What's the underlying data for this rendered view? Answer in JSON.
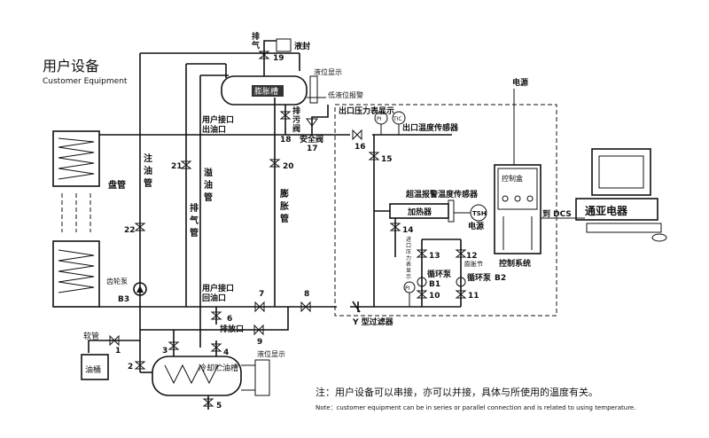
{
  "user_equipment": {
    "title_cn": "用户设备",
    "title_en": "Customer Equipment"
  },
  "labels": {
    "coil": "盘管",
    "oil_injection_pipe": [
      "注",
      "油",
      "管"
    ],
    "vent_pipe": [
      "排",
      "气",
      "管"
    ],
    "overflow_pipe": [
      "溢",
      "油",
      "管"
    ],
    "expansion_pipe": [
      "膨",
      "胀",
      "管"
    ],
    "gear_pump_cn": "齿轮泵",
    "gear_pump_b3": "B3",
    "user_outlet_1": "用户接口",
    "user_outlet_2": "出油口",
    "user_return_1": "用户接口",
    "user_return_2": "回油口",
    "drain_outlet": "排放口",
    "soft_pipe": "软管",
    "oil_drum": "油桶",
    "cooling_tank": "冷却贮油槽",
    "level_display_bottom": "液位显示",
    "level_display_top": "液位显示",
    "low_level_alarm": "低液位报警",
    "expansion_tank": "膨胀槽",
    "exhaust": "排",
    "exhaust2": "气",
    "liquid_seal": "液封",
    "drain_valve": [
      "排",
      "污",
      "阀"
    ],
    "safety_valve": "安全阀",
    "outlet_pressure_display": "出口压力表显示",
    "outlet_temp_sensor": "出口温度传感器",
    "pi": "PI",
    "tic": "TIC",
    "overtemp_sensor": "超温报警温度传感器",
    "heater": "加热器",
    "tsh": "TSH",
    "power_small": "电源",
    "inlet_pressure_display": [
      "进",
      "口",
      "压",
      "力",
      "表",
      "显",
      "示"
    ],
    "expansion_joint": "膨胀节",
    "circ_pump_b1_label": "循环泵",
    "b1": "B1",
    "circ_pump_b2_label": "循环泵",
    "b2": "B2",
    "y_filter": "Y 型过滤器",
    "power_top": "电源",
    "control_box": "控制盒",
    "control_system": "控制系统",
    "to_dcs": "到 DCS",
    "computer_screen_text": "通亚电器",
    "valve_numbers": {
      "v1": "1",
      "v2": "2",
      "v3": "3",
      "v4": "4",
      "v5": "5",
      "v6": "6",
      "v7": "7",
      "v8": "8",
      "v9": "9",
      "v10": "10",
      "v11": "11",
      "v12": "12",
      "v13": "13",
      "v14": "14",
      "v15": "15",
      "v16": "16",
      "v17": "17",
      "v18": "18",
      "v19": "19",
      "v20": "20",
      "v21": "21",
      "v22": "22"
    }
  },
  "note": {
    "cn": "注：用户设备可以串接，亦可以并接，具体与所使用的温度有关。",
    "en": "Note：customer equipment can be in series or parallel connection  and is related to using temperature."
  }
}
